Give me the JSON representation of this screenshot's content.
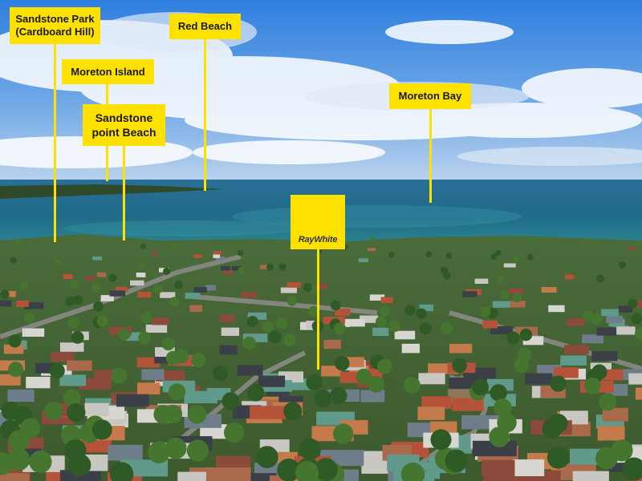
{
  "labels": {
    "sandstone_park": "Sandstone Park\n(Cardboard Hill)",
    "red_beach": "Red Beach",
    "moreton_island": "Moreton Island",
    "sandstone_point_beach": "Sandstone\npoint Beach",
    "moreton_bay": "Moreton Bay"
  },
  "brand": {
    "logo_text": "RayWhite"
  },
  "colors": {
    "label_bg": "#ffe100",
    "sky_top": "#2f7fe0",
    "sea": "#1f5f86",
    "vegetation": "#3d6a2f"
  }
}
